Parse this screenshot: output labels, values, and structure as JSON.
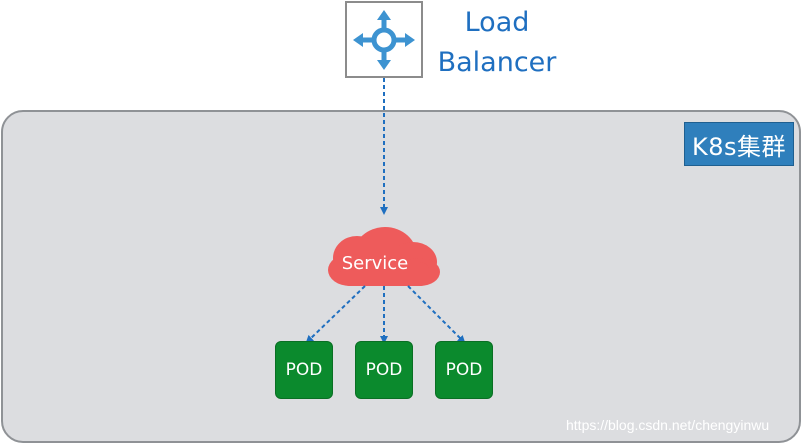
{
  "load_balancer": {
    "label_line1": "Load",
    "label_line2": "Balancer",
    "icon": "load-balancer-icon"
  },
  "cluster": {
    "badge": "K8s集群"
  },
  "service": {
    "label": "Service"
  },
  "pods": [
    "POD",
    "POD",
    "POD"
  ],
  "watermark": "https://blog.csdn.net/chengyinwu",
  "colors": {
    "cluster_bg": "#dcdde0",
    "badge": "#2f7fbc",
    "service": "#ee5b5b",
    "pod": "#0b8a2d",
    "arrow": "#1f6fc0",
    "lb_text": "#1f6fc0"
  }
}
